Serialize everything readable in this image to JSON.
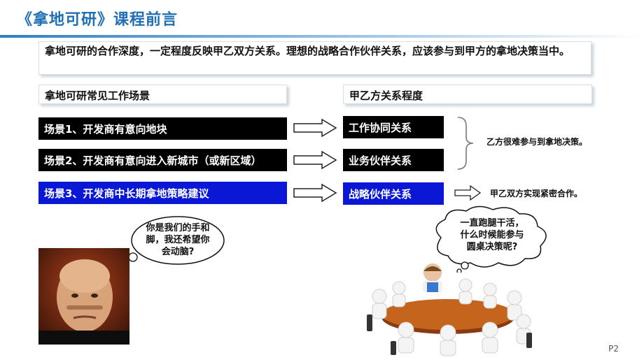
{
  "title": "《拿地可研》课程前言",
  "intro": "拿地可研的合作深度，一定程度反映甲乙双方关系。理想的战略合作伙伴关系，应该参与到甲方的拿地决策当中。",
  "left_header": "拿地可研常见工作场景",
  "right_header": "甲乙方关系程度",
  "scenes": [
    {
      "label": "场景1、开发商有意向地块",
      "color": "#000000"
    },
    {
      "label": "场景2、开发商有意向进入新城市（或新区域）",
      "color": "#000000"
    },
    {
      "label": "场景3、开发商中长期拿地策略建议",
      "color": "#0a18d6"
    }
  ],
  "relations": [
    {
      "label": "工作协同关系",
      "color": "#000000"
    },
    {
      "label": "业务伙伴关系",
      "color": "#000000"
    },
    {
      "label": "战略伙伴关系",
      "color": "#0a18d6"
    }
  ],
  "note_1": "乙方很难参与到拿地决策。",
  "note_2": "甲乙双方实现紧密合作。",
  "bubble_left": [
    "你是我们的手和",
    "脚，我还希望你",
    "会动脑?"
  ],
  "bubble_right": [
    "一直跑腿干活，",
    "什么时候能参与",
    "圆桌决策呢?"
  ],
  "page_number": "P2",
  "icons": {
    "arrow": "right-arrow-icon",
    "brace": "right-brace-icon",
    "photo": "boss-portrait",
    "meeting": "round-table-meeting-illustration"
  }
}
